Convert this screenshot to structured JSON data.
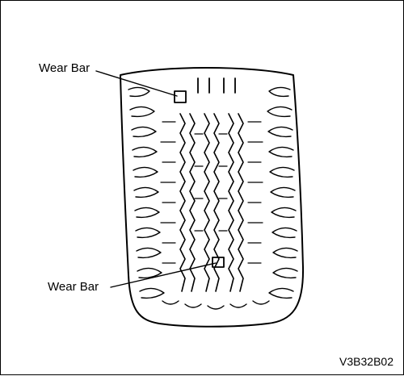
{
  "callouts": {
    "top": "Wear Bar",
    "bottom": "Wear Bar"
  },
  "figure_code": "V3B32B02",
  "colors": {
    "line": "#000000",
    "background": "#ffffff"
  }
}
